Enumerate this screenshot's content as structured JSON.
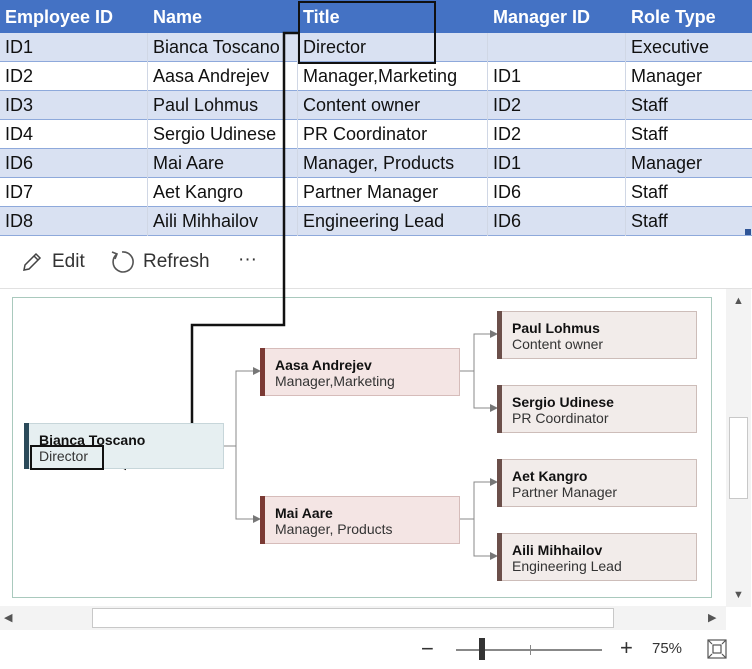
{
  "table": {
    "headers": [
      "Employee ID",
      "Name",
      "Title",
      "Manager ID",
      "Role Type"
    ],
    "rows": [
      [
        "ID1",
        "Bianca Toscano",
        "Director",
        "",
        "Executive"
      ],
      [
        "ID2",
        "Aasa Andrejev",
        "Manager,Marketing",
        "ID1",
        "Manager"
      ],
      [
        "ID3",
        "Paul Lohmus",
        "Content owner",
        "ID2",
        "Staff"
      ],
      [
        "ID4",
        "Sergio Udinese",
        "PR Coordinator",
        "ID2",
        "Staff"
      ],
      [
        "ID6",
        "Mai Aare",
        "Manager, Products",
        "ID1",
        "Manager"
      ],
      [
        "ID7",
        "Aet Kangro",
        "Partner Manager",
        "ID6",
        "Staff"
      ],
      [
        "ID8",
        "Aili Mihhailov",
        "Engineering Lead",
        "ID6",
        "Staff"
      ]
    ]
  },
  "toolbar": {
    "edit_label": "Edit",
    "refresh_label": "Refresh",
    "more_label": "···"
  },
  "chart": {
    "root": {
      "name": "Bianca Toscano",
      "title": "Director"
    },
    "managers": [
      {
        "name": "Aasa Andrejev",
        "title": "Manager,Marketing"
      },
      {
        "name": "Mai Aare",
        "title": "Manager, Products"
      }
    ],
    "staff": [
      {
        "name": "Paul Lohmus",
        "title": "Content owner"
      },
      {
        "name": "Sergio Udinese",
        "title": "PR Coordinator"
      },
      {
        "name": "Aet Kangro",
        "title": "Partner Manager"
      },
      {
        "name": "Aili Mihhailov",
        "title": "Engineering Lead"
      }
    ]
  },
  "zoom": {
    "minus": "−",
    "plus": "+",
    "level": "75%"
  },
  "colors": {
    "header_bg": "#4472c4",
    "band_bg": "#d9e1f2",
    "root_accent": "#2b4a5a",
    "manager_accent": "#7b3a34",
    "staff_accent": "#6b4f4a"
  }
}
